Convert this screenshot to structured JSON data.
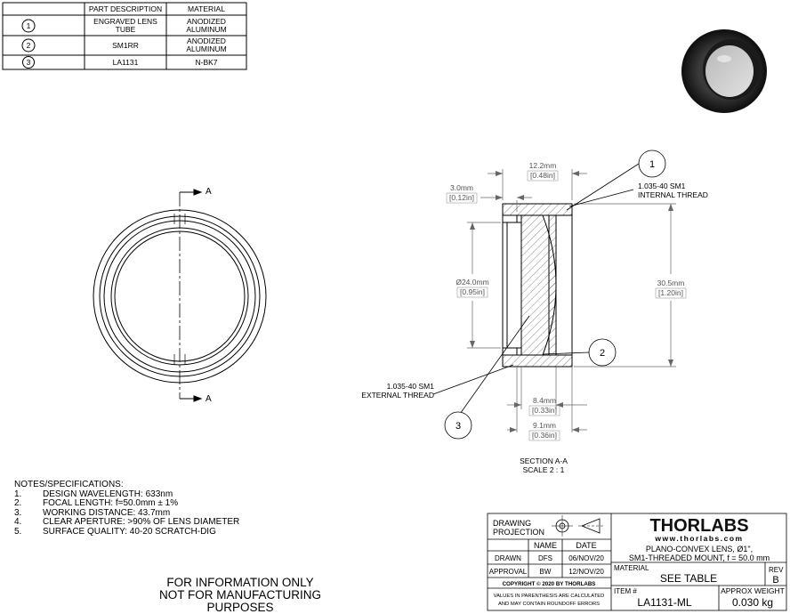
{
  "parts_table": {
    "headers": [
      "PART DESCRIPTION",
      "MATERIAL"
    ],
    "rows": [
      {
        "num": "1",
        "desc1": "ENGRAVED LENS",
        "desc2": "TUBE",
        "mat1": "ANODIZED",
        "mat2": "ALUMINUM"
      },
      {
        "num": "2",
        "desc1": "SM1RR",
        "desc2": "",
        "mat1": "ANODIZED",
        "mat2": "ALUMINUM"
      },
      {
        "num": "3",
        "desc1": "LA1131",
        "desc2": "",
        "mat1": "N-BK7",
        "mat2": ""
      }
    ]
  },
  "section_marker": "A",
  "callouts": {
    "c1": "1",
    "c2": "2",
    "c3": "3"
  },
  "dimensions": {
    "overall_length_mm": "12.2mm",
    "overall_length_in": "[0.48in]",
    "wall_mm": "3.0mm",
    "wall_in": "[0.12in]",
    "diameter_mm": "Ø24.0mm",
    "diameter_in": "[0.95in]",
    "outer_mm": "30.5mm",
    "outer_in": "[1.20in]",
    "lens_len_mm": "8.4mm",
    "lens_len_in": "[0.33in]",
    "tube_len_mm": "9.1mm",
    "tube_len_in": "[0.36in]"
  },
  "thread_labels": {
    "internal_1": "1.035-40 SM1",
    "internal_2": "INTERNAL THREAD",
    "external_1": "1.035-40 SM1",
    "external_2": "EXTERNAL THREAD"
  },
  "section_caption": {
    "line1": "SECTION A-A",
    "line2": "SCALE 2 : 1"
  },
  "notes": {
    "heading": "NOTES/SPECIFICATIONS:",
    "items": [
      {
        "n": "1.",
        "text": "DESIGN WAVELENGTH: 633nm"
      },
      {
        "n": "2.",
        "text": "FOCAL LENGTH: f=50.0mm ± 1%"
      },
      {
        "n": "3.",
        "text": "WORKING DISTANCE: 43.7mm"
      },
      {
        "n": "4.",
        "text": "CLEAR APERTURE: >90% OF LENS DIAMETER"
      },
      {
        "n": "5.",
        "text": "SURFACE QUALITY: 40-20 SCRATCH-DIG"
      }
    ]
  },
  "disclaimer": {
    "line1": "FOR INFORMATION ONLY",
    "line2": "NOT FOR MANUFACTURING PURPOSES"
  },
  "title_block": {
    "drawing_projection_1": "DRAWING",
    "drawing_projection_2": "PROJECTION",
    "name_header": "NAME",
    "date_header": "DATE",
    "drawn_label": "DRAWN",
    "drawn_name": "DFS",
    "drawn_date": "06/NOV/20",
    "approval_label": "APPROVAL",
    "approval_name": "BW",
    "approval_date": "12/NOV/20",
    "copyright": "COPYRIGHT © 2020 BY THORLABS",
    "values_note_1": "VALUES IN PARENTHESIS ARE CALCULATED",
    "values_note_2": "AND MAY CONTAIN ROUNDOFF ERRORS",
    "logo": "THORLABS",
    "website": "www.thorlabs.com",
    "title_1": "PLANO-CONVEX LENS, Ø1\",",
    "title_2": "SM1-THREADED MOUNT, f = 50.0 mm",
    "material_label": "MATERIAL",
    "material_value": "SEE TABLE",
    "rev_label": "REV",
    "rev_value": "B",
    "item_label": "ITEM #",
    "item_value": "LA1131-ML",
    "weight_label": "APPROX WEIGHT",
    "weight_value": "0.030 kg"
  }
}
